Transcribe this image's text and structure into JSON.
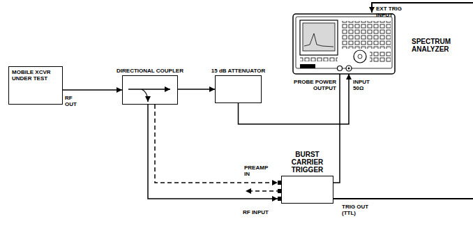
{
  "diagram": {
    "nodes": [
      {
        "text": [
          "MOBILE XCVR UNDER TEST"
        ]
      },
      {
        "text": [
          "DIRECTIONAL COUPLER"
        ]
      },
      {
        "text": [
          "15 dB ATTENUATOR"
        ]
      },
      {
        "text": [
          "SPECTRUM ANALYZER"
        ]
      },
      {
        "text": [
          "BURST CARRIER TRIGGER"
        ]
      }
    ],
    "edges": [
      {
        "from": 0,
        "to": 1,
        "arrow": "to"
      },
      {
        "from": 1,
        "to": 2,
        "arrow": "to"
      },
      {
        "from": 2,
        "to": 3,
        "arrow": "to"
      },
      {
        "from": 1,
        "to": 4,
        "arrow": "to"
      },
      {
        "from": 1,
        "to": 4,
        "arrow": "to"
      },
      {
        "from": 4,
        "to": 3,
        "arrow": "none"
      }
    ],
    "labels": [
      "RF OUT",
      "EXT TRIG INPUT",
      "PROBE POWER OUTPUT",
      "INPUT 50Ω",
      "PREAMP IN",
      "RF INPUT",
      "TRIG OUT (TTL)"
    ]
  }
}
